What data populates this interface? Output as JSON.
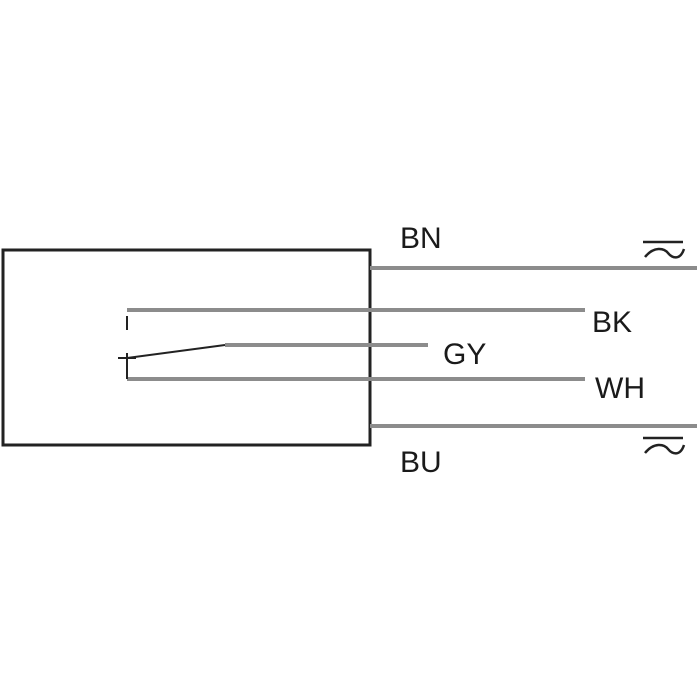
{
  "diagram": {
    "wires": {
      "brown": {
        "label": "BN"
      },
      "black": {
        "label": "BK"
      },
      "gray": {
        "label": "GY"
      },
      "white": {
        "label": "WH"
      },
      "blue": {
        "label": "BU"
      }
    },
    "supply_symbol": "ac-supply-icon",
    "colors": {
      "line": "#222222",
      "wire": "#8c8c8c",
      "text": "#1a1a1a"
    }
  }
}
